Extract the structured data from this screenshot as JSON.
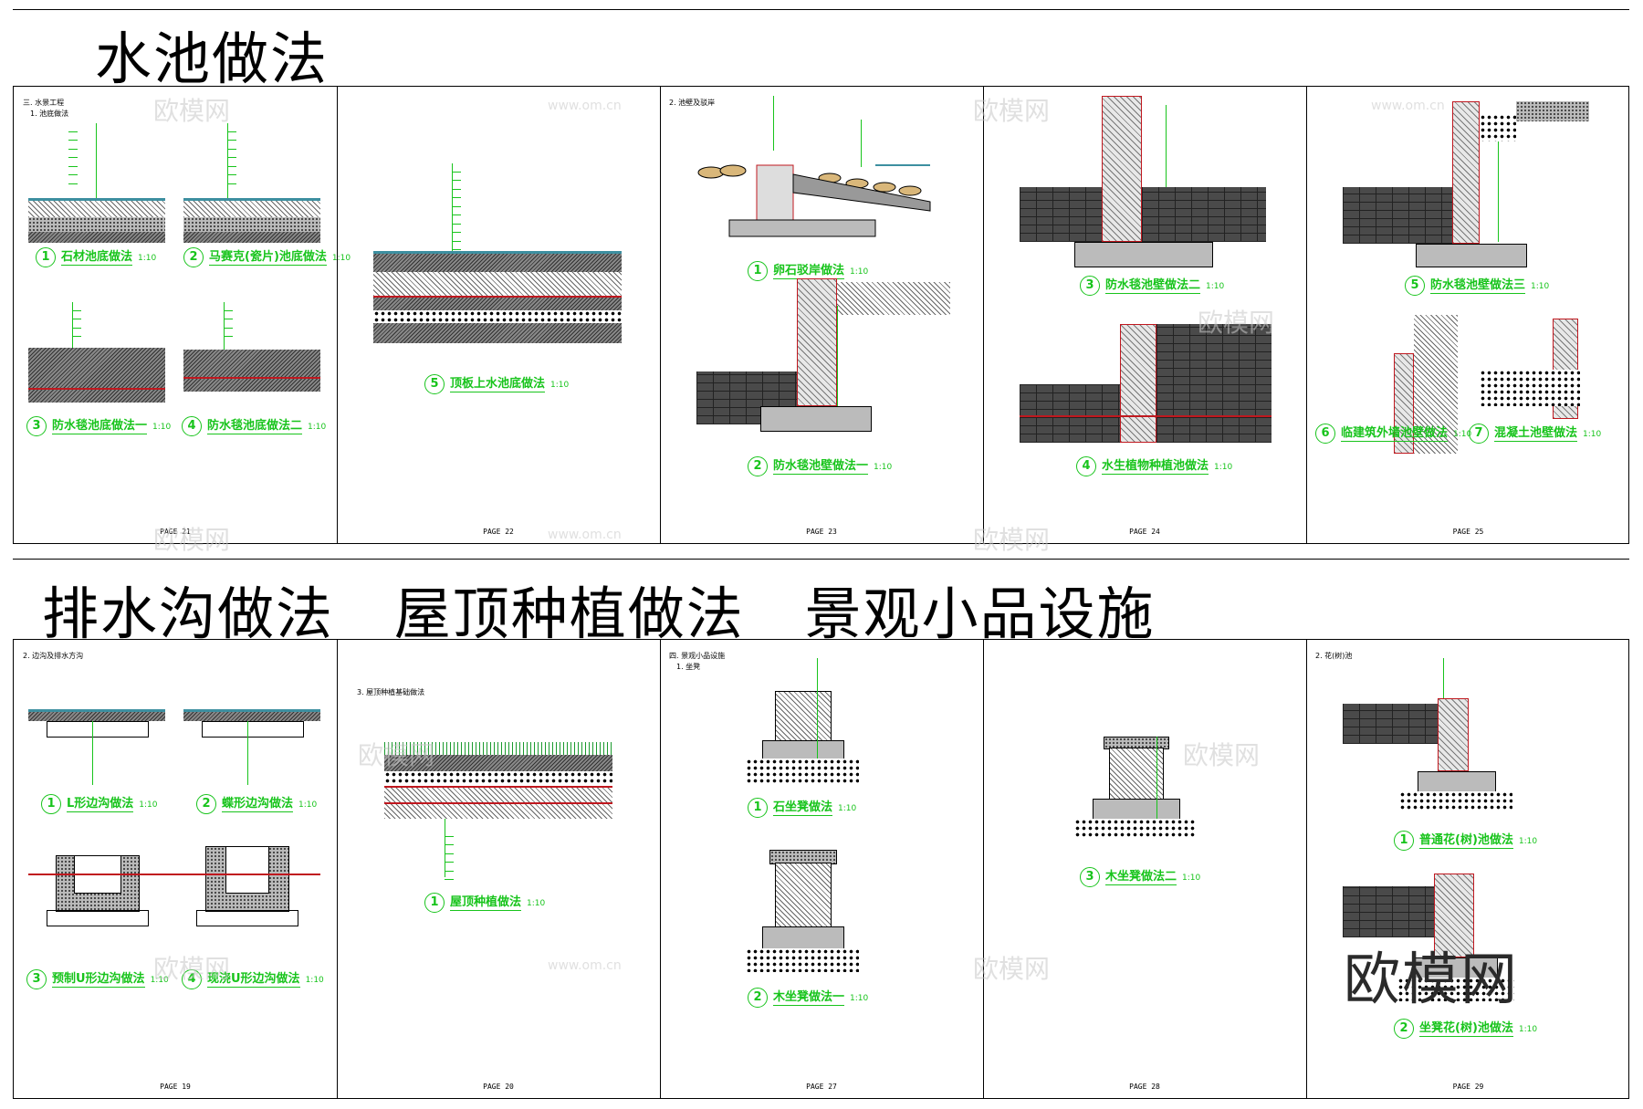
{
  "titles": {
    "top": "水池做法",
    "bottom": [
      "排水沟做法",
      "屋顶种植做法",
      "景观小品设施"
    ]
  },
  "watermark": {
    "logo": "欧模网",
    "url": "www.om.cn"
  },
  "row1": {
    "pages": [
      {
        "page_no": "PAGE 21",
        "heading": "三. 水景工程",
        "subheading": "1. 池底做法",
        "captions": [
          {
            "num": "1",
            "label": "石材池底做法",
            "scale": "1:10"
          },
          {
            "num": "2",
            "label": "马赛克(瓷片)池底做法",
            "scale": "1:10"
          },
          {
            "num": "3",
            "label": "防水毯池底做法一",
            "scale": "1:10"
          },
          {
            "num": "4",
            "label": "防水毯池底做法二",
            "scale": "1:10"
          }
        ]
      },
      {
        "page_no": "PAGE 22",
        "captions": [
          {
            "num": "5",
            "label": "顶板上水池底做法",
            "scale": "1:10"
          }
        ]
      },
      {
        "page_no": "PAGE 23",
        "heading": "2. 池壁及驳岸",
        "captions": [
          {
            "num": "1",
            "label": "卵石驳岸做法",
            "scale": "1:10"
          },
          {
            "num": "2",
            "label": "防水毯池壁做法一",
            "scale": "1:10"
          }
        ]
      },
      {
        "page_no": "PAGE 24",
        "captions": [
          {
            "num": "3",
            "label": "防水毯池壁做法二",
            "scale": "1:10"
          },
          {
            "num": "4",
            "label": "水生植物种植池做法",
            "scale": "1:10"
          }
        ]
      },
      {
        "page_no": "PAGE 25",
        "captions": [
          {
            "num": "5",
            "label": "防水毯池壁做法三",
            "scale": "1:10"
          },
          {
            "num": "6",
            "label": "临建筑外墙池壁做法",
            "scale": "1:10"
          },
          {
            "num": "7",
            "label": "混凝土池壁做法",
            "scale": "1:10"
          }
        ]
      }
    ]
  },
  "row2": {
    "pages": [
      {
        "page_no": "PAGE 19",
        "heading": "2. 边沟及排水方沟",
        "captions": [
          {
            "num": "1",
            "label": "L形边沟做法",
            "scale": "1:10"
          },
          {
            "num": "2",
            "label": "蝶形边沟做法",
            "scale": "1:10"
          },
          {
            "num": "3",
            "label": "预制U形边沟做法",
            "scale": "1:10"
          },
          {
            "num": "4",
            "label": "现浇U形边沟做法",
            "scale": "1:10"
          }
        ]
      },
      {
        "page_no": "PAGE 20",
        "heading": "3. 屋顶种植基础做法",
        "captions": [
          {
            "num": "1",
            "label": "屋顶种植做法",
            "scale": "1:10"
          }
        ]
      },
      {
        "page_no": "PAGE 27",
        "heading": "四. 景观小品设施",
        "subheading": "1. 坐凳",
        "captions": [
          {
            "num": "1",
            "label": "石坐凳做法",
            "scale": "1:10"
          },
          {
            "num": "2",
            "label": "木坐凳做法一",
            "scale": "1:10"
          }
        ]
      },
      {
        "page_no": "PAGE 28",
        "captions": [
          {
            "num": "3",
            "label": "木坐凳做法二",
            "scale": "1:10"
          }
        ]
      },
      {
        "page_no": "PAGE 29",
        "heading": "2. 花(树)池",
        "captions": [
          {
            "num": "1",
            "label": "普通花(树)池做法",
            "scale": "1:10"
          },
          {
            "num": "2",
            "label": "坐凳花(树)池做法",
            "scale": "1:10"
          }
        ]
      }
    ]
  },
  "colors": {
    "caption_green": "#18c41c",
    "membrane_red": "#c0181f",
    "water_blue": "#3d8fa0"
  }
}
